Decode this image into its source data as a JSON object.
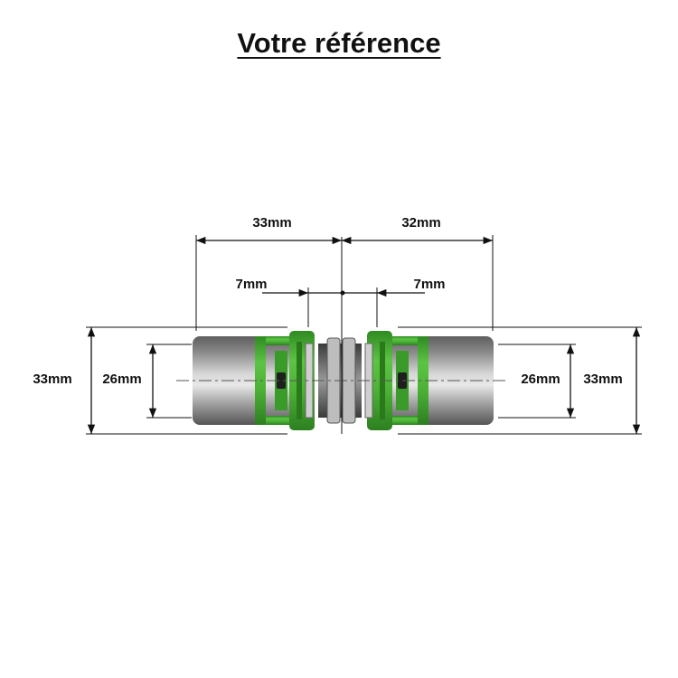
{
  "title": "Votre référence",
  "dimensions": {
    "left_length": "33mm",
    "right_length": "32mm",
    "left_insert": "7mm",
    "right_insert": "7mm",
    "left_outer_diameter": "33mm",
    "left_inner_diameter": "26mm",
    "right_inner_diameter": "26mm",
    "right_outer_diameter": "33mm"
  },
  "colors": {
    "sleeve_green": "#4caf32",
    "body_gray": "#8e8e8e",
    "line": "#111111"
  }
}
